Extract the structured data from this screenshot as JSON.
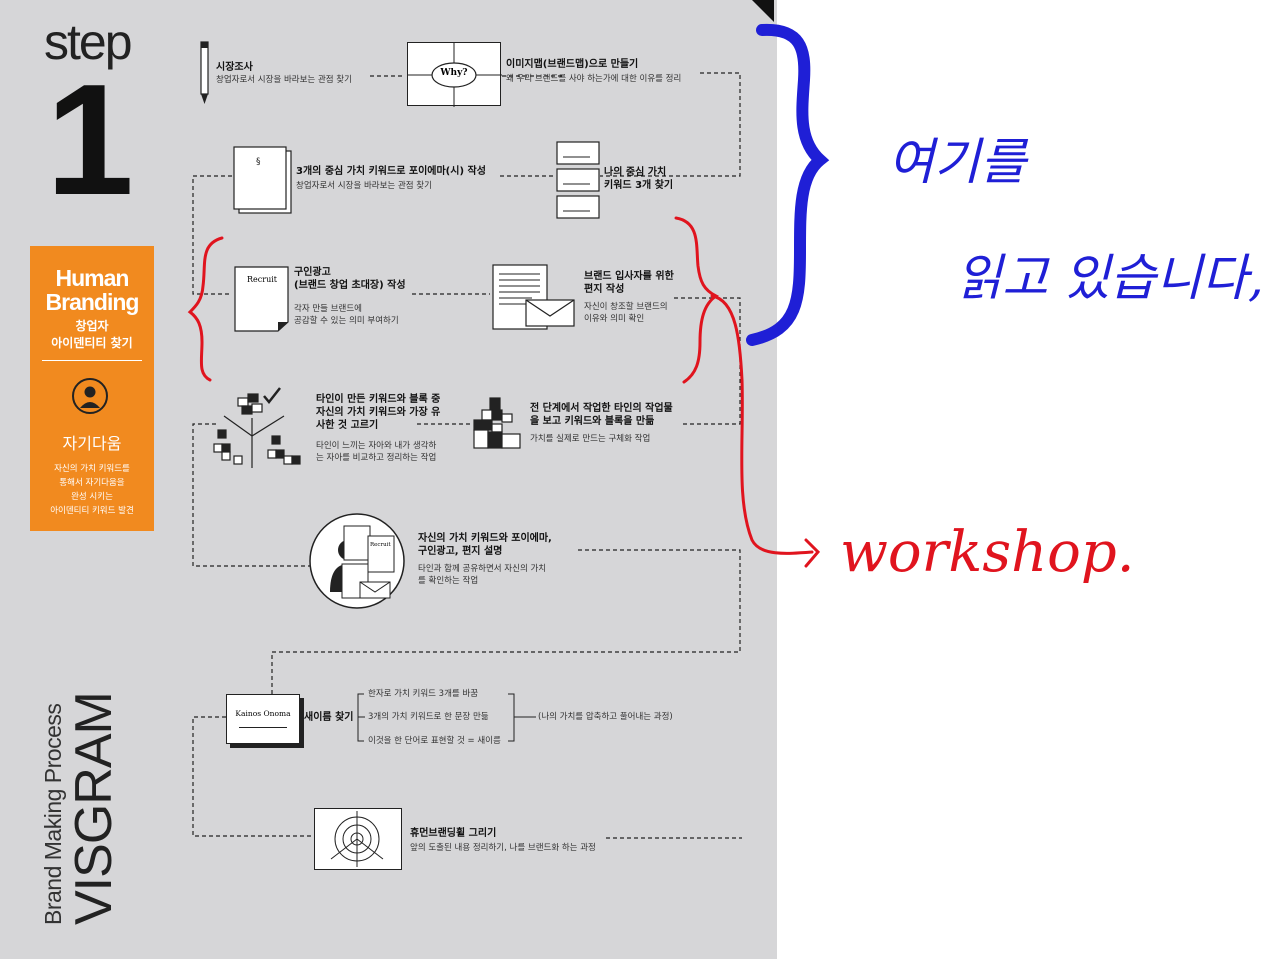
{
  "step": {
    "word": "step",
    "number": "1"
  },
  "orange_box": {
    "title": "Human Branding",
    "subtitle_1": "창업자",
    "subtitle_2": "아이덴티티 찾기",
    "name": "자기다움",
    "desc_1": "자신의 가치 키워드를",
    "desc_2": "통해서 자기다움을",
    "desc_3": "완성 시키는",
    "desc_4": "아이덴티티 키워드 발견"
  },
  "side_title": {
    "small": "Brand Making Process",
    "big": "VISGRAM"
  },
  "steps": {
    "s1": {
      "title": "시장조사",
      "desc_1": "창업자로서 시장을 바라보는 관점 찾기"
    },
    "s2": {
      "title": "이미지맵(브랜드맵)으로 만들기",
      "desc_1": "왜 우리 브랜드를 사야 하는가에 대한 이유를 정리",
      "icon_label": "Why?"
    },
    "s3": {
      "title": "3개의 중심 가치 키워드로 포이에마(시) 작성",
      "desc_1": "창업자로서 시장을 바라보는 관점 찾기"
    },
    "s4": {
      "title_1": "나의 중심 가치",
      "title_2": "키워드 3개 찾기"
    },
    "s5": {
      "title_1": "구인광고",
      "title_2": "(브랜드 창업 초대장) 작성",
      "desc_1": "각자 만들 브랜드에",
      "desc_2": "공감할 수 있는 의미 부여하기",
      "icon_label": "Recruit"
    },
    "s6": {
      "title_1": "브랜드 입사자를 위한",
      "title_2": "편지 작성",
      "desc_1": "자신이 창조할 브랜드의",
      "desc_2": "이유와 의미 확인"
    },
    "s7": {
      "title_1": "타인이 만든 키워드와 블록 중",
      "title_2": "자신의 가치 키워드와 가장 유",
      "title_3": "사한 것 고르기",
      "desc_1": "타인이 느끼는 자아와 내가 생각하",
      "desc_2": "는 자아를 비교하고 정리하는 작업"
    },
    "s8": {
      "title_1": "전 단계에서 작업한 타인의 작업물",
      "title_2": "을 보고 키워드와 블록을 만듦",
      "desc_1": "가치를 실제로 만드는 구체화 작업"
    },
    "s9": {
      "title_1": "자신의 가치 키워드와 포이에마,",
      "title_2": "구인광고, 편지 설명",
      "desc_1": "타인과 함께 공유하면서 자신의 가치",
      "desc_2": "를 확인하는 작업",
      "icon_label": "Recruit"
    },
    "s10": {
      "title": "새이름 찾기",
      "icon_label": "Kainos Onoma",
      "items": [
        "한자로 가치 키워드 3개를 바꿈",
        "3개의 가치 키워드로 한 문장 만듦",
        "이것을 한 단어로 표현할 것 = 새이름"
      ],
      "note": "(나의 가치를 압축하고 풀어내는 과정)"
    },
    "s11": {
      "title": "휴먼브랜딩휠 그리기",
      "desc_1": "앞의 도출된 내용 정리하기, 나를 브랜드화 하는 과정"
    }
  },
  "annotations": {
    "blue_text_1": "여기를",
    "blue_text_2": "읽고 있습니다,",
    "red_text": "workshop.",
    "blue_color": "#1f1fd6",
    "red_color": "#e0141e"
  }
}
